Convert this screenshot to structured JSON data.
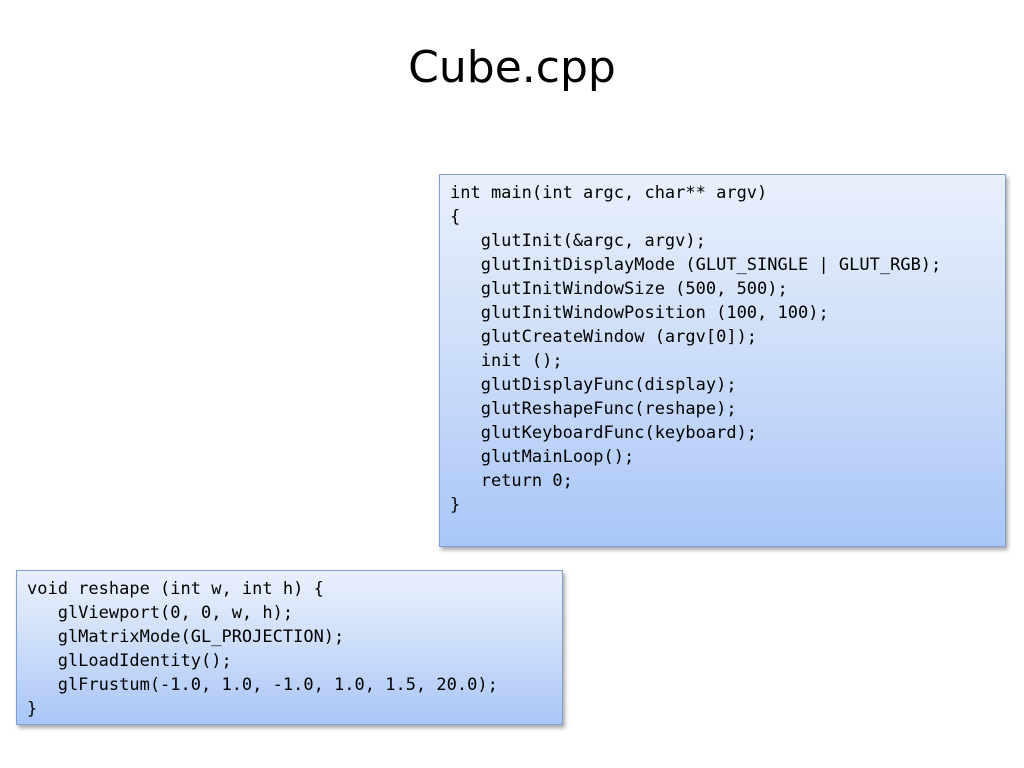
{
  "slide": {
    "title": "Cube.cpp"
  },
  "main_code": {
    "lines": [
      "int main(int argc, char** argv)",
      "{",
      "   glutInit(&argc, argv);",
      "   glutInitDisplayMode (GLUT_SINGLE | GLUT_RGB);",
      "   glutInitWindowSize (500, 500);",
      "   glutInitWindowPosition (100, 100);",
      "   glutCreateWindow (argv[0]);",
      "   init ();",
      "   glutDisplayFunc(display);",
      "   glutReshapeFunc(reshape);",
      "   glutKeyboardFunc(keyboard);",
      "   glutMainLoop();",
      "   return 0;",
      "}"
    ]
  },
  "reshape_code": {
    "lines": [
      "void reshape (int w, int h) {",
      "   glViewport(0, 0, w, h);",
      "   glMatrixMode(GL_PROJECTION);",
      "   glLoadIdentity();",
      "   glFrustum(-1.0, 1.0, -1.0, 1.0, 1.5, 20.0);",
      "}"
    ]
  },
  "colors": {
    "box_border": "#7f9fcf",
    "box_gradient_top": "#e9f0fc",
    "box_gradient_bottom": "#a9c6f8"
  }
}
